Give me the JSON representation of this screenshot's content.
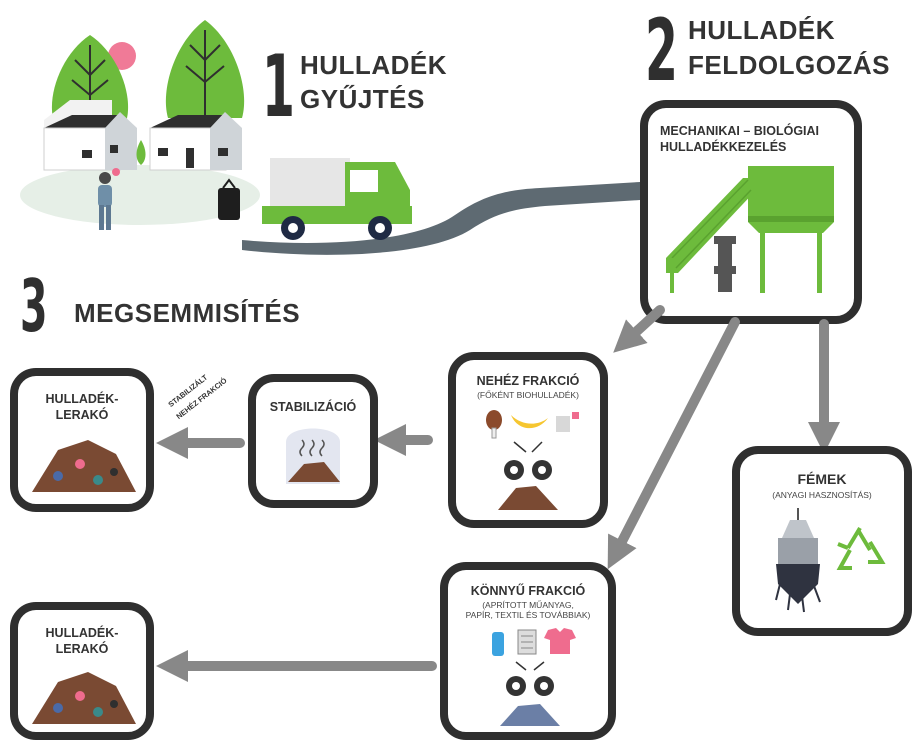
{
  "steps": {
    "step1": {
      "number": "1",
      "title_line1": "HULLADÉK",
      "title_line2": "GYŰJTÉS"
    },
    "step2": {
      "number": "2",
      "title_line1": "HULLADÉK",
      "title_line2": "FELDOLGOZÁS"
    },
    "step3": {
      "number": "3",
      "title": "MEGSEMMISÍTÉS"
    }
  },
  "boxes": {
    "mbt": {
      "title_line1": "MECHANIKAI – BIOLÓGIAI",
      "title_line2": "HULLADÉKKEZELÉS"
    },
    "heavy": {
      "title": "NEHÉZ FRAKCIÓ",
      "subtitle": "(FŐKÉNT BIOHULLADÉK)"
    },
    "light": {
      "title": "KÖNNYŰ FRAKCIÓ",
      "subtitle_line1": "(APRÍTOTT MŰANYAG,",
      "subtitle_line2": "PAPÍR, TEXTIL ÉS TOVÁBBIAK)"
    },
    "metals": {
      "title": "FÉMEK",
      "subtitle": "(ANYAGI HASZNOSÍTÁS)"
    },
    "stabilization": {
      "title": "STABILIZÁCIÓ"
    },
    "landfill1": {
      "title_line1": "HULLADÉK-",
      "title_line2": "LERAKÓ"
    },
    "landfill2": {
      "title_line1": "HULLADÉK-",
      "title_line2": "LERAKÓ"
    }
  },
  "arrow_labels": {
    "stabilized": {
      "line1": "STABILIZÁLT",
      "line2": "NEHÉZ FRAKCIÓ"
    }
  },
  "colors": {
    "dark": "#2f2f2f",
    "green": "#6dbb3c",
    "arrow_gray": "#888888",
    "road": "#5e6a72",
    "pink": "#ef6c8e"
  },
  "icons": [
    "tree-icon",
    "house-icon",
    "person-icon",
    "trash-bag-icon",
    "garbage-truck-icon",
    "road-icon",
    "mbt-plant-icon",
    "drumstick-icon",
    "banana-icon",
    "teabag-icon",
    "gear-icon",
    "waste-pile-icon",
    "steam-icon",
    "bottle-icon",
    "newspaper-icon",
    "tshirt-icon",
    "magnet-icon",
    "recycle-icon",
    "arrow-icon"
  ]
}
